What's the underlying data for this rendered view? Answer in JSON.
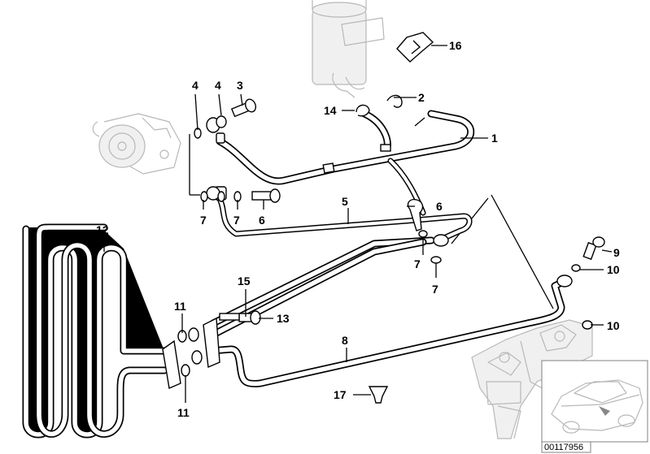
{
  "callouts": [
    {
      "id": "c1",
      "text": "1"
    },
    {
      "id": "c2",
      "text": "2"
    },
    {
      "id": "c3",
      "text": "3"
    },
    {
      "id": "c4a",
      "text": "4"
    },
    {
      "id": "c4b",
      "text": "4"
    },
    {
      "id": "c5",
      "text": "5"
    },
    {
      "id": "c6a",
      "text": "6"
    },
    {
      "id": "c6b",
      "text": "6"
    },
    {
      "id": "c7a",
      "text": "7"
    },
    {
      "id": "c7b",
      "text": "7"
    },
    {
      "id": "c7c",
      "text": "7"
    },
    {
      "id": "c7d",
      "text": "7"
    },
    {
      "id": "c8",
      "text": "8"
    },
    {
      "id": "c9",
      "text": "9"
    },
    {
      "id": "c10a",
      "text": "10"
    },
    {
      "id": "c10b",
      "text": "10"
    },
    {
      "id": "c11a",
      "text": "11"
    },
    {
      "id": "c11b",
      "text": "11"
    },
    {
      "id": "c12",
      "text": "12"
    },
    {
      "id": "c13",
      "text": "13"
    },
    {
      "id": "c14",
      "text": "14"
    },
    {
      "id": "c15",
      "text": "15"
    },
    {
      "id": "c16",
      "text": "16"
    },
    {
      "id": "c17",
      "text": "17"
    }
  ],
  "reference_number": "00117956"
}
